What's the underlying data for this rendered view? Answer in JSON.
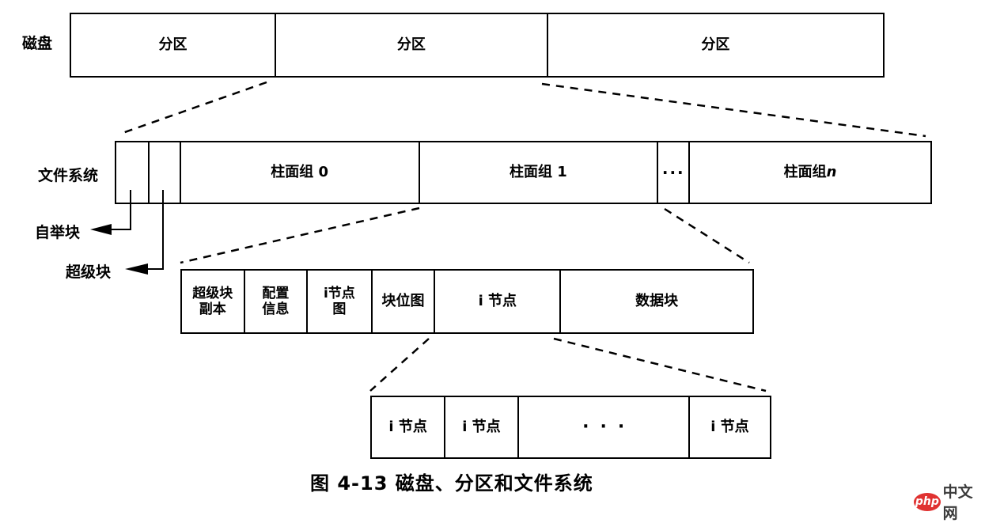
{
  "palette": {
    "line": "#000000",
    "background": "#ffffff",
    "logo_red": "#e03231",
    "logo_text_color": "#3b3b3b"
  },
  "disk_row": {
    "label": "磁盘",
    "partition1": "分区",
    "partition2": "分区",
    "partition3": "分区"
  },
  "filesystem_row": {
    "label": "文件系统",
    "cylinder_group_0": "柱面组 0",
    "cylinder_group_1": "柱面组 1",
    "ellipsis": "···",
    "cylinder_group_n_prefix": "柱面组 ",
    "cylinder_group_n_suffix": "n"
  },
  "callouts": {
    "boot_block": "自举块",
    "super_block": "超级块"
  },
  "cylinder_group_row": {
    "superblock_copy_line1": "超级块",
    "superblock_copy_line2": "副本",
    "config_line1": "配置",
    "config_line2": "信息",
    "inode_map_line1": "i节点",
    "inode_map_line2": "图",
    "block_bitmap": "块位图",
    "inode": "i 节点",
    "data_block": "数据块"
  },
  "inode_row": {
    "inode1": "i 节点",
    "inode2": "i 节点",
    "ellipsis": "···",
    "inode3": "i 节点"
  },
  "caption": "图 4-13  磁盘、分区和文件系统",
  "watermark": {
    "brand": "php",
    "site": "中文网"
  }
}
